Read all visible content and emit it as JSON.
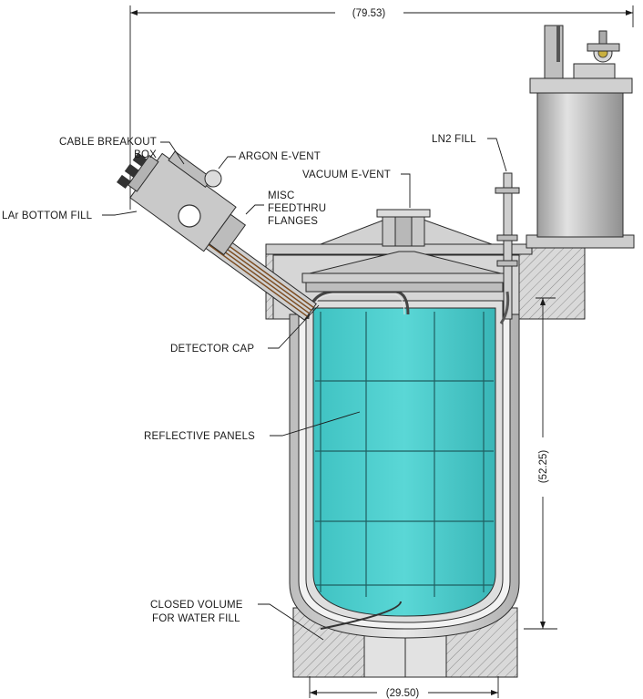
{
  "dimensions": {
    "overall_width": "(79.53)",
    "height": "(52.25)",
    "inner_width": "(29.50)"
  },
  "labels": {
    "cable_breakout_1": "CABLE BREAKOUT",
    "cable_breakout_2": "BOX",
    "argon_event": "ARGON E-VENT",
    "lar_bottom_fill": "LAr BOTTOM FILL",
    "misc_1": "MISC",
    "misc_2": "FEEDTHRU",
    "misc_3": "FLANGES",
    "vacuum_event": "VACUUM E-VENT",
    "ln2_fill": "LN2 FILL",
    "detector_cap": "DETECTOR CAP",
    "reflective_panels": "REFLECTIVE PANELS",
    "closed_volume_1": "CLOSED VOLUME",
    "closed_volume_2": "FOR WATER FILL"
  },
  "colors": {
    "argon": "#4ecfce",
    "argon_dark": "#2fa8aa",
    "metal": "#cfcfcf",
    "metal_dark": "#9a9a9a",
    "hatch_bg": "#dcdcdc"
  }
}
